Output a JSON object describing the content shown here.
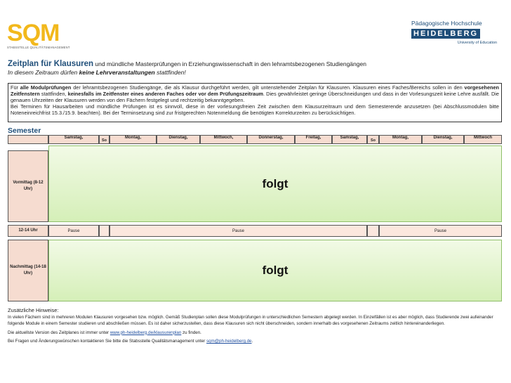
{
  "logos": {
    "sqm": {
      "letters": "SQM",
      "tagline": "STABSSTELLE QUALITÄTSMANAGEMENT"
    },
    "ph": {
      "line1": "Pädagogische Hochschule",
      "line2": "HEIDELBERG",
      "line3": "University of Education"
    }
  },
  "header": {
    "title_bold": "Zeitplan für Klausuren",
    "title_rest": " und mündliche Masterprüfungen in Erziehungswissenschaft in den lehramtsbezogenen Studiengängen",
    "subtitle_a": "In diesem Zeitraum dürfen ",
    "subtitle_b": "keine Lehrveranstaltungen",
    "subtitle_c": " stattfinden!"
  },
  "info": {
    "p1": "Für ",
    "p1b": "alle Modulprüfungen",
    "p2": " der lehramtsbezogenen Studiengänge, die als Klausur durchgeführt werden, gilt untenstehender Zeitplan für Klausuren. Klausuren eines Faches/Bereichs sollen in den ",
    "p2b": "vorgesehenen Zeitfenstern",
    "p3": " stattfinden, ",
    "p3b": "keinesfalls im Zeitfenster eines anderen Faches oder vor dem Prüfungszeitraum",
    "p4": ". Dies gewährleistet geringe Überschneidungen und dass in der Vorlesungszeit keine Lehre ausfällt. Die genauen Uhrzeiten der Klausuren werden von den Fächern festgelegt und rechtzeitig bekanntgegeben.",
    "p5": "Bei Terminen für Hausarbeiten und mündliche Prüfungen ist es sinnvoll, diese in der vorlesungsfreien Zeit zwischen dem Klausurzeitraum und dem Semesterende anzusetzen (bei Abschlussmodulen bitte Noteneinreichfrist 15.3./15.9. beachten). Bei der Terminsetzung sind zur fristgerechten Notenmeldung die benötigten Korrekturzeiten zu berücksichtigen."
  },
  "semester": {
    "label": "Semester"
  },
  "table": {
    "days": [
      "Samstag,",
      "So",
      "Montag,",
      "Dienstag,",
      "Mittwoch,",
      "Donnerstag,",
      "Freitag,",
      "Samstag,",
      "So",
      "Montag,",
      "Dienstag,",
      "Mittwoch"
    ],
    "rows": {
      "morning": "Vormittag (8-12 Uhr)",
      "noon": "12-14 Uhr",
      "afternoon": "Nachmittag (14-18 Uhr)"
    },
    "pause": "Pause",
    "morning_block": "folgt",
    "afternoon_block": "folgt"
  },
  "notes": {
    "heading": "Zusätzliche Hinweise:",
    "line1": "In vielen Fächern sind in mehreren Modulen Klausuren vorgesehen bzw. möglich. Gemäß Studienplan sollen diese Modulprüfungen in unterschiedlichen Semestern abgelegt werden. In Einzelfällen ist es aber möglich, dass Studierende zwei aufeinander folgende Module in einem Semester studieren und abschließen müssen. Es ist daher sicherzustellen, dass diese Klausuren sich nicht überschneiden, sondern innerhalb des vorgesehenen Zeitraums zeitlich hintereinanderliegen.",
    "line2_a": "Die aktuellste Version des Zeitplanes ist immer unter ",
    "line2_link": "www.ph-heidelberg.de/klausurenplan",
    "line2_b": " zu finden.",
    "line3_a": "Bei Fragen und Änderungswünschen kontaktieren Sie bitte die Stabsstelle Qualitätsmanagement unter ",
    "line3_link": "sqm@ph-heidelberg.de",
    "line3_b": "."
  },
  "colors": {
    "accent": "#1f4e79",
    "sqm_yellow": "#f2b81c",
    "header_fill": "#f6dcd0",
    "block_green": "#d5efb8"
  }
}
